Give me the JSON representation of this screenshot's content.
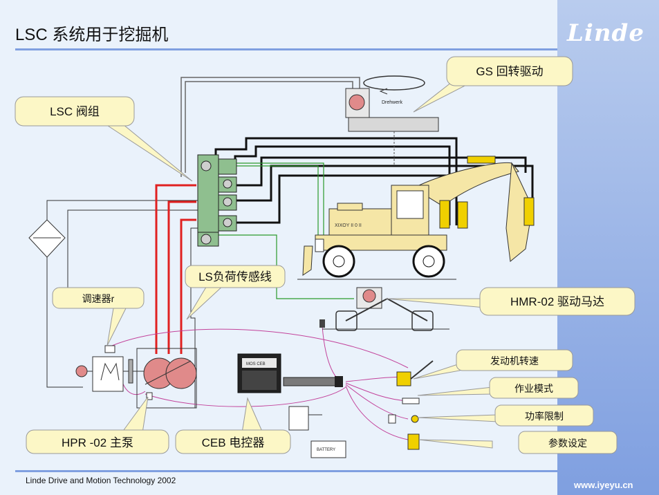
{
  "slide": {
    "title": "LSC 系统用于挖掘机",
    "logo": "Linde",
    "footer": "Linde Drive and Motion Technology 2002",
    "watermark": "www.iyeyu.cn"
  },
  "callouts": {
    "lsc_valve": "LSC 阀组",
    "gs_slew": "GS 回转驱动",
    "ls_line": "LS负荷传感线",
    "governor": "调速器r",
    "hmr_motor": "HMR-02 驱动马达",
    "engine_speed": "发动机转速",
    "work_mode": "作业模式",
    "power_limit": "功率限制",
    "param_set": "参数设定",
    "hpr_pump": "HPR -02 主泵",
    "ceb": "CEB 电控器"
  },
  "small_labels": {
    "drehwerk": "Drehwerk",
    "battery": "BATTERY",
    "cab_text": "XIXOY  II 0 II",
    "ceb_text": "MOS CEB"
  },
  "colors": {
    "accent": "#7f9fe0",
    "callout_fill": "#fcf7c6",
    "pressure_line": "#e02020",
    "pilot_line": "#2a9a2a",
    "signal_line": "#c2419a",
    "pump": "#e08a8a",
    "valve": "#8fbf8f",
    "cylinder": "#f0d000",
    "boom": "#f5e6a6"
  }
}
